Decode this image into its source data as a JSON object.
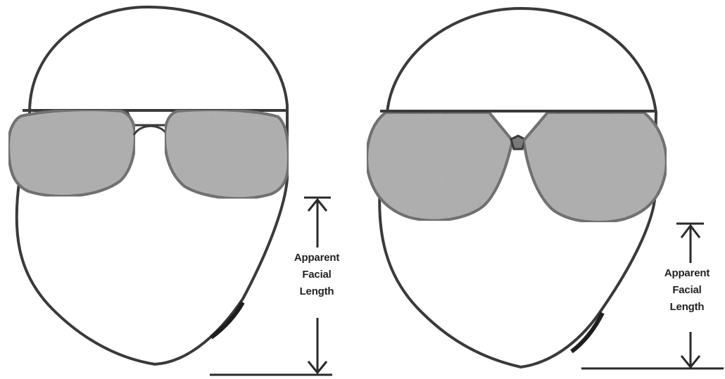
{
  "diagram": {
    "left_figure": {
      "label_lines": [
        "Apparent",
        "Facial",
        "Length"
      ]
    },
    "right_figure": {
      "label_lines": [
        "Apparent",
        "Facial",
        "Length"
      ]
    },
    "colors": {
      "outline": "#3a3a3a",
      "lens_fill": "#a9a9a9",
      "background": "#ffffff"
    }
  }
}
